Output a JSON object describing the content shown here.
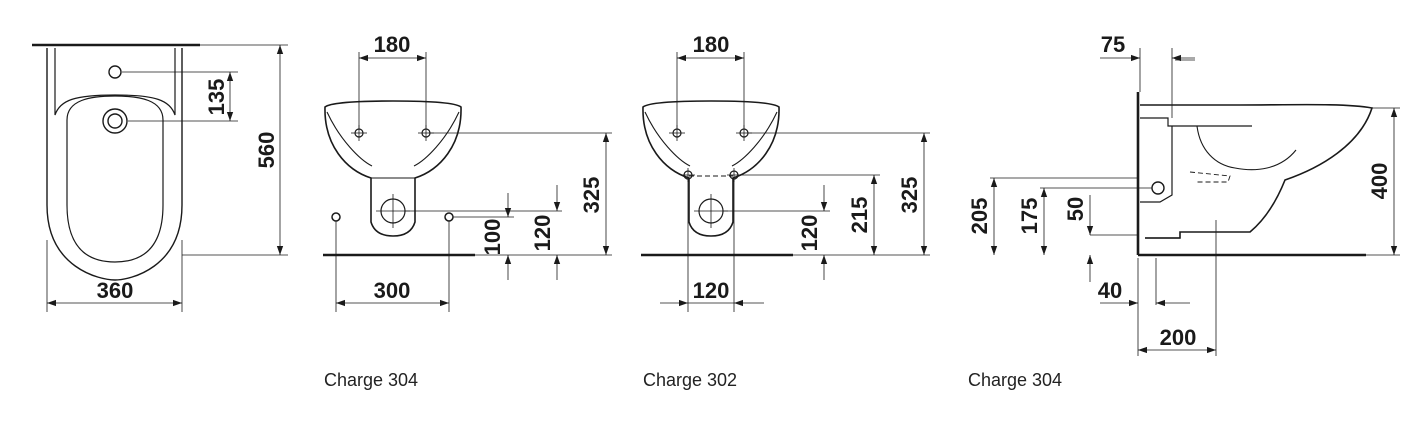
{
  "views": [
    {
      "id": "top-view",
      "dimensions": {
        "width": "360",
        "depth": "560",
        "tap_hole": "135"
      }
    },
    {
      "id": "front-view-304",
      "dimensions": {
        "fixing_spacing": "180",
        "bolt_spacing": "300",
        "bolt_height": "100",
        "outlet_height": "120",
        "fixing_height": "325"
      },
      "caption": "Charge 304"
    },
    {
      "id": "front-view-302",
      "dimensions": {
        "fixing_spacing": "180",
        "bolt_spacing": "120",
        "outlet_height": "120",
        "bolt_height": "215",
        "fixing_height": "325"
      },
      "caption": "Charge 302"
    },
    {
      "id": "side-view-304",
      "dimensions": {
        "top_offset": "75",
        "outlet_height": "205",
        "supply_height": "175",
        "drain_height": "50",
        "drain_offset": "40",
        "projection": "200",
        "height": "400"
      },
      "caption": "Charge 304"
    }
  ]
}
